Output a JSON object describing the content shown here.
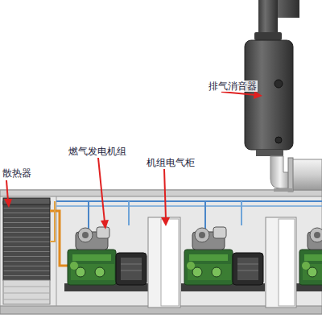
{
  "diagram": {
    "labels": [
      "排气消音器",
      "散热器",
      "燃气发电机组",
      "机组电气柜"
    ]
  }
}
